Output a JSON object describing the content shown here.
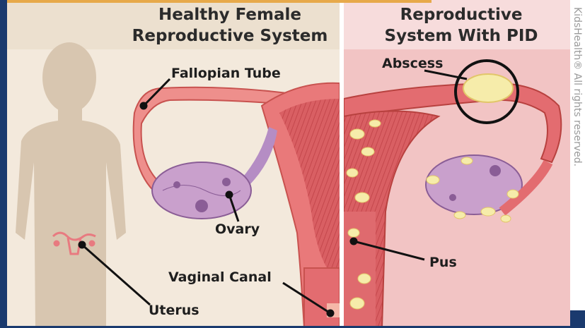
{
  "titles": {
    "left_line1": "Healthy Female",
    "left_line2": "Reproductive System",
    "right_line1": "Reproductive",
    "right_line2": "System With PID"
  },
  "labels": {
    "fallopian_tube": "Fallopian Tube",
    "ovary": "Ovary",
    "vaginal_canal": "Vaginal Canal",
    "uterus": "Uterus",
    "abscess": "Abscess",
    "pus": "Pus"
  },
  "credit": "KidsHealth® All rights reserved.",
  "colors": {
    "frame": "#1a3a6e",
    "left_bg": "#f3e9dc",
    "right_bg": "#f2c4c4",
    "tissue": "#e9797a",
    "tissue_dark": "#c8524f",
    "ovary": "#c9a0cc",
    "pus": "#f6ecaa",
    "silhouette": "#d8c6b0"
  }
}
